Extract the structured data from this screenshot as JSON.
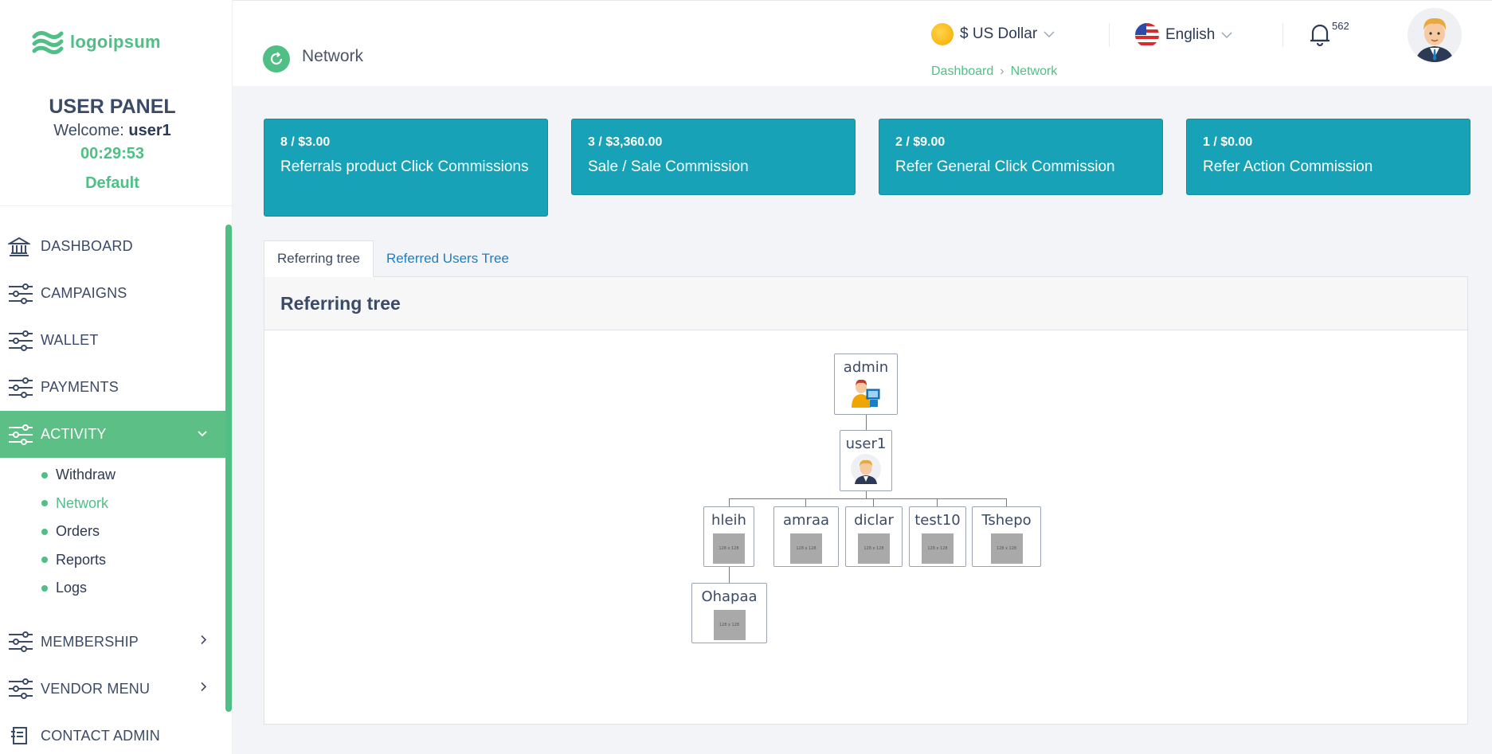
{
  "brand": {
    "name": "logoipsum",
    "color": "#4fbf86"
  },
  "user_panel": {
    "title": "USER PANEL",
    "welcome_prefix": "Welcome:",
    "username": "user1",
    "timer": "00:29:53",
    "plan": "Default"
  },
  "sidebar": {
    "items": [
      {
        "label": "DASHBOARD",
        "icon": "bank-icon"
      },
      {
        "label": "CAMPAIGNS",
        "icon": "sliders-icon"
      },
      {
        "label": "WALLET",
        "icon": "sliders-icon"
      },
      {
        "label": "PAYMENTS",
        "icon": "sliders-icon"
      },
      {
        "label": "ACTIVITY",
        "icon": "sliders-icon",
        "expanded": true
      },
      {
        "label": "MEMBERSHIP",
        "icon": "sliders-icon"
      },
      {
        "label": "VENDOR MENU",
        "icon": "sliders-icon"
      },
      {
        "label": "CONTACT ADMIN",
        "icon": "contact-icon"
      }
    ],
    "activity_sub": [
      "Withdraw",
      "Network",
      "Orders",
      "Reports",
      "Logs"
    ],
    "active_sub": "Network"
  },
  "header": {
    "page_title": "Network",
    "currency": "$ US Dollar",
    "language": "English",
    "notification_count": "562",
    "breadcrumb": [
      "Dashboard",
      "Network"
    ]
  },
  "stats": [
    {
      "value": "8 / $3.00",
      "label": "Referrals product Click Commissions"
    },
    {
      "value": "3 / $3,360.00",
      "label": "Sale / Sale Commission"
    },
    {
      "value": "2 / $9.00",
      "label": "Refer General Click Commission"
    },
    {
      "value": "1 / $0.00",
      "label": "Refer Action Commission"
    }
  ],
  "tabs": [
    {
      "label": "Referring tree",
      "active": true
    },
    {
      "label": "Referred Users Tree",
      "active": false
    }
  ],
  "tree": {
    "heading": "Referring tree",
    "root": "admin",
    "level1": "user1",
    "children": [
      "hleih",
      "amraa",
      "diclar",
      "test10",
      "Tshepo"
    ],
    "grandchild": "Ohapaa",
    "placeholder_text": "128 x 128"
  },
  "colors": {
    "accent": "#4fbf86",
    "card": "#17a2b8",
    "link": "#1a7fc6"
  }
}
